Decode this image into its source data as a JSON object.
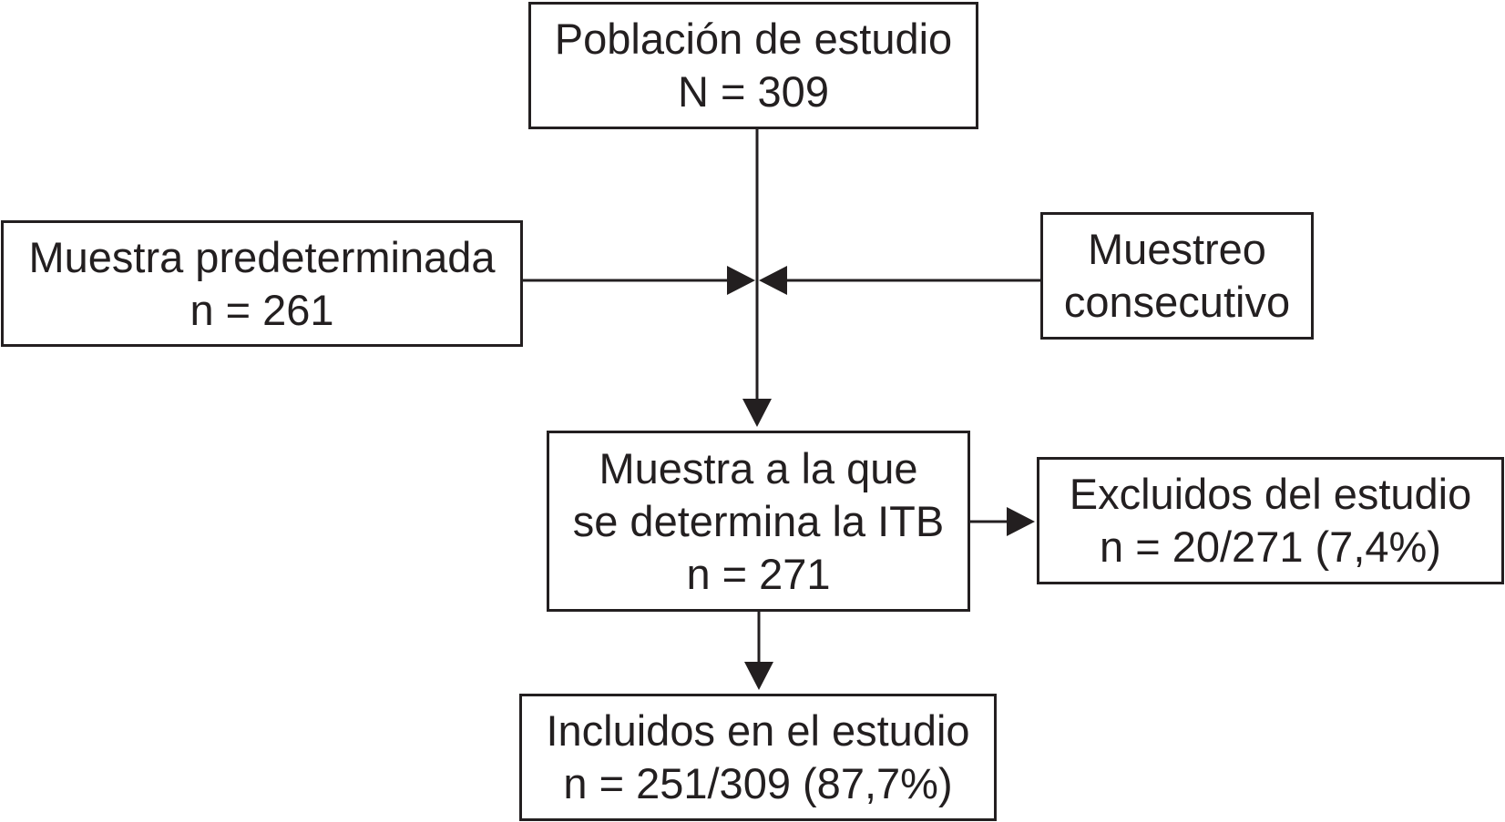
{
  "boxes": {
    "population": {
      "line1": "Población de estudio",
      "line2": "N = 309"
    },
    "predetermined_sample": {
      "line1": "Muestra predeterminada",
      "line2": "n = 261"
    },
    "consecutive_sampling": {
      "line1": "Muestreo",
      "line2": "consecutivo"
    },
    "itb_sample": {
      "line1": "Muestra a la que",
      "line2": "se determina la ITB",
      "line3": "n = 271"
    },
    "excluded": {
      "line1": "Excluidos del estudio",
      "line2": "n = 20/271 (7,4%)"
    },
    "included": {
      "line1": "Incluidos en el estudio",
      "line2": "n = 251/309 (87,7%)"
    }
  },
  "colors": {
    "stroke": "#231f20",
    "text": "#231f20",
    "background": "#ffffff"
  }
}
